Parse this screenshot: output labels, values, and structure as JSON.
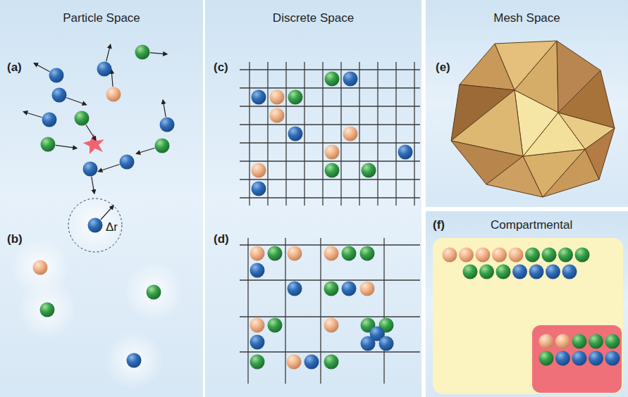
{
  "diagram": {
    "nodes": [
      {
        "text": [
          "Particle Space",
          "(a)",
          "(b)",
          "Δr"
        ]
      },
      {
        "text": [
          "Discrete Space",
          "(c)",
          "(d)"
        ]
      },
      {
        "text": [
          "Mesh Space",
          "(e)"
        ]
      },
      {
        "text": [
          "(f)",
          "Compartmental"
        ]
      }
    ]
  }
}
